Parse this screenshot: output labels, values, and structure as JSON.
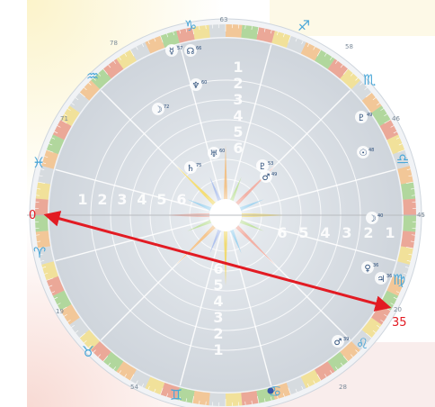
{
  "app": {
    "title": ""
  },
  "colors": {
    "background_left_top": "#fbf2c4",
    "background_right_top": "#ffffff",
    "background_bottom_left": "#f7d6cf",
    "background_bottom_right": "#f5e1df",
    "outer_ring": "#f1f3f6",
    "inner_wheel": "#dfe4ea",
    "inner_wheel_edge": "#cfd6de",
    "grid_lines": "#ffffff",
    "axis_line": "#b9bcc0",
    "sign_glyph": "#4aa7d8",
    "planet_glyph": "#2c4e7a",
    "number_watermark": "#ffffff",
    "arrow": "#e21b23",
    "asc_text": "#e21b23",
    "ring_green": "#7bbf53",
    "ring_yellow": "#f1d14f",
    "ring_orange": "#f3a24b",
    "ring_red": "#e66a4a",
    "ring_gray": "#bfc6cc"
  },
  "labels": {
    "asc_left": "0",
    "asc_right": "35",
    "top_degree": "63",
    "right_degree": "45",
    "bottom_degree": "28",
    "deg_78": "78",
    "deg_71": "71",
    "deg_58": "58",
    "deg_46": "46",
    "deg_54": "54",
    "deg_19": "19",
    "deg_20": "20"
  },
  "zodiac": [
    {
      "name": "capricorn",
      "glyph": "♑"
    },
    {
      "name": "sagittarius",
      "glyph": "♐"
    },
    {
      "name": "scorpio",
      "glyph": "♏"
    },
    {
      "name": "libra",
      "glyph": "♎"
    },
    {
      "name": "virgo",
      "glyph": "♍"
    },
    {
      "name": "leo",
      "glyph": "♌"
    },
    {
      "name": "cancer",
      "glyph": "♋"
    },
    {
      "name": "gemini",
      "glyph": "♊"
    },
    {
      "name": "taurus",
      "glyph": "♉"
    },
    {
      "name": "aries",
      "glyph": "♈"
    },
    {
      "name": "pisces",
      "glyph": "♓"
    },
    {
      "name": "aquarius",
      "glyph": "♒"
    }
  ],
  "planets": [
    {
      "name": "mercury",
      "glyph": "☿",
      "label": "57"
    },
    {
      "name": "node",
      "glyph": "☊",
      "label": "66"
    },
    {
      "name": "neptune",
      "glyph": "♆",
      "label": "60"
    },
    {
      "name": "moon",
      "glyph": "☽",
      "label": "72"
    },
    {
      "name": "saturn",
      "glyph": "♄",
      "label": "75"
    },
    {
      "name": "uranus",
      "glyph": "♅",
      "label": "60"
    },
    {
      "name": "pluto",
      "glyph": "♇",
      "label": "53"
    },
    {
      "name": "mars",
      "glyph": "♂",
      "label": "49"
    },
    {
      "name": "pluto2",
      "glyph": "♇",
      "label": "49"
    },
    {
      "name": "sun",
      "glyph": "☉",
      "label": "48"
    },
    {
      "name": "moon2",
      "glyph": "☽",
      "label": "40"
    },
    {
      "name": "venus",
      "glyph": "♀",
      "label": "36"
    },
    {
      "name": "jupiter",
      "glyph": "♃",
      "label": "36"
    },
    {
      "name": "mars2",
      "glyph": "♂",
      "label": "39"
    }
  ],
  "house_numbers_left": [
    "1",
    "2",
    "3",
    "4",
    "5",
    "6"
  ],
  "house_numbers_top": [
    "1",
    "2",
    "3",
    "4",
    "5",
    "6"
  ],
  "house_numbers_right": [
    "6",
    "5",
    "4",
    "3",
    "2",
    "1"
  ],
  "house_numbers_bottom": [
    "6",
    "5",
    "4",
    "3",
    "2",
    "1"
  ]
}
